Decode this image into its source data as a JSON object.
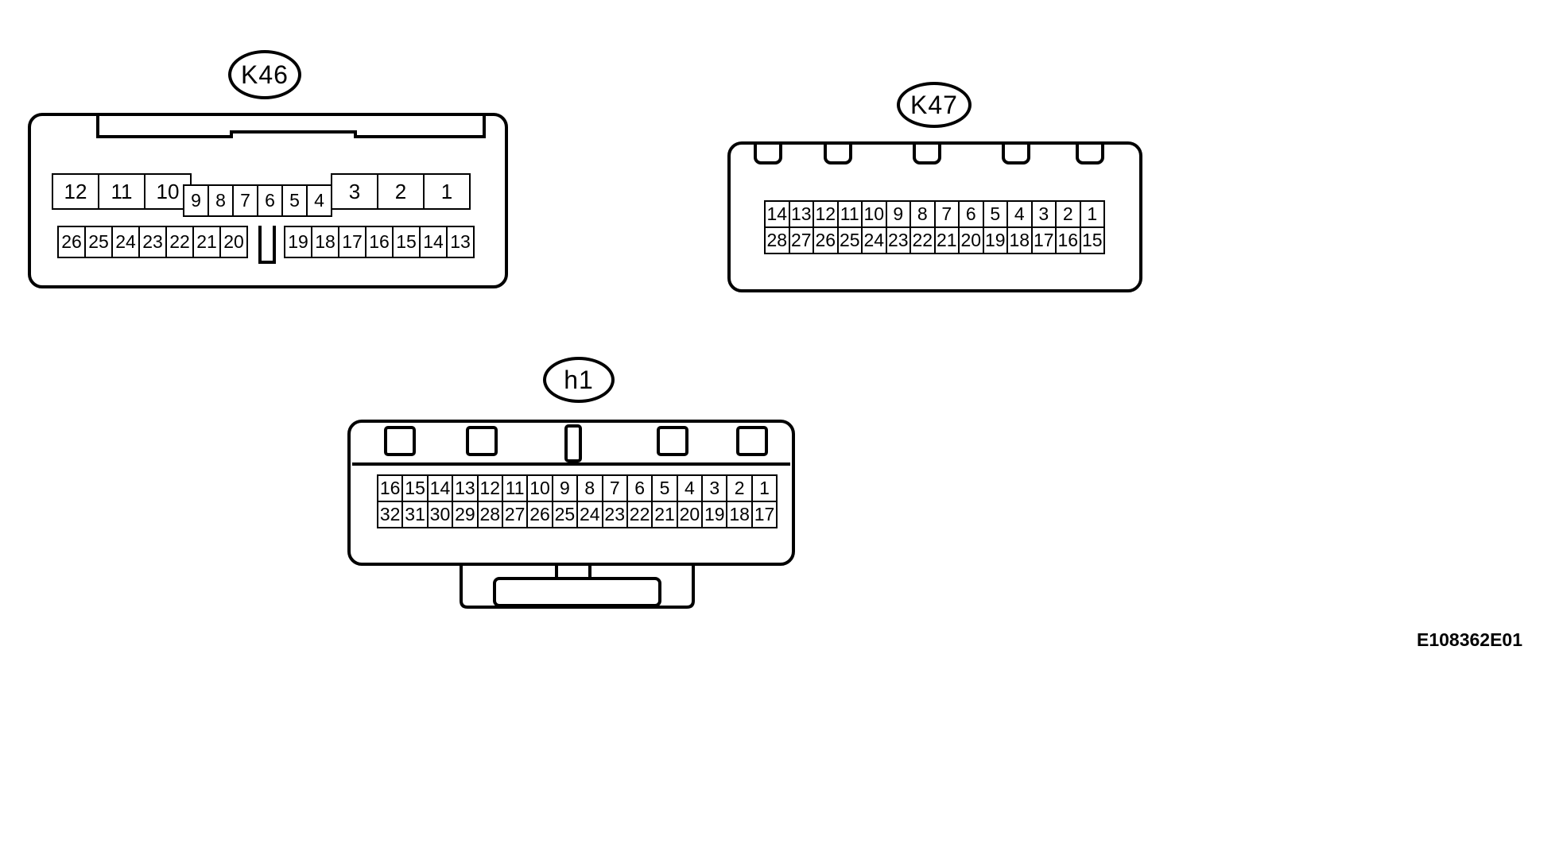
{
  "figure": {
    "code": "E108362E01"
  },
  "connectors": {
    "k46": {
      "label": "K46",
      "pins": {
        "top_left": [
          "12",
          "11",
          "10"
        ],
        "top_middle": [
          "9",
          "8",
          "7",
          "6",
          "5",
          "4"
        ],
        "top_right": [
          "3",
          "2",
          "1"
        ],
        "bottom_left": [
          "26",
          "25",
          "24",
          "23",
          "22",
          "21",
          "20"
        ],
        "bottom_right": [
          "19",
          "18",
          "17",
          "16",
          "15",
          "14",
          "13"
        ]
      }
    },
    "k47": {
      "label": "K47",
      "pins": {
        "row1": [
          "14",
          "13",
          "12",
          "11",
          "10",
          "9",
          "8",
          "7",
          "6",
          "5",
          "4",
          "3",
          "2",
          "1"
        ],
        "row2": [
          "28",
          "27",
          "26",
          "25",
          "24",
          "23",
          "22",
          "21",
          "20",
          "19",
          "18",
          "17",
          "16",
          "15"
        ]
      }
    },
    "h1": {
      "label": "h1",
      "pins": {
        "row1": [
          "16",
          "15",
          "14",
          "13",
          "12",
          "11",
          "10",
          "9",
          "8",
          "7",
          "6",
          "5",
          "4",
          "3",
          "2",
          "1"
        ],
        "row2": [
          "32",
          "31",
          "30",
          "29",
          "28",
          "27",
          "26",
          "25",
          "24",
          "23",
          "22",
          "21",
          "20",
          "19",
          "18",
          "17"
        ]
      }
    }
  }
}
